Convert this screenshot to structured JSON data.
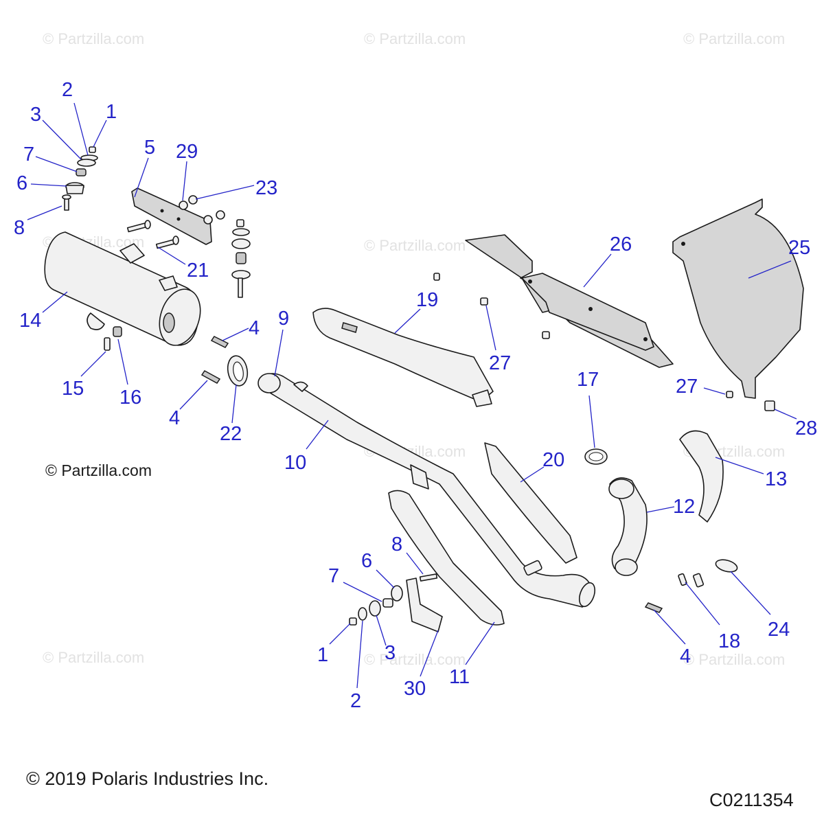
{
  "watermark": {
    "repeat_text": "© Partzilla.com",
    "main_text": "© Partzilla.com"
  },
  "footer": {
    "copyright": "© 2019 Polaris Industries Inc.",
    "drawing_id": "C0211354"
  },
  "callouts": [
    {
      "id": "c1a",
      "label": "1"
    },
    {
      "id": "c2a",
      "label": "2"
    },
    {
      "id": "c3a",
      "label": "3"
    },
    {
      "id": "c7a",
      "label": "7"
    },
    {
      "id": "c6a",
      "label": "6"
    },
    {
      "id": "c8a",
      "label": "8"
    },
    {
      "id": "c5",
      "label": "5"
    },
    {
      "id": "c29",
      "label": "29"
    },
    {
      "id": "c23",
      "label": "23"
    },
    {
      "id": "c21",
      "label": "21"
    },
    {
      "id": "c14",
      "label": "14"
    },
    {
      "id": "c15",
      "label": "15"
    },
    {
      "id": "c16",
      "label": "16"
    },
    {
      "id": "c4a",
      "label": "4"
    },
    {
      "id": "c4b",
      "label": "4"
    },
    {
      "id": "c22",
      "label": "22"
    },
    {
      "id": "c9",
      "label": "9"
    },
    {
      "id": "c10",
      "label": "10"
    },
    {
      "id": "c19",
      "label": "19"
    },
    {
      "id": "c27a",
      "label": "27"
    },
    {
      "id": "c26",
      "label": "26"
    },
    {
      "id": "c25",
      "label": "25"
    },
    {
      "id": "c27b",
      "label": "27"
    },
    {
      "id": "c28",
      "label": "28"
    },
    {
      "id": "c17",
      "label": "17"
    },
    {
      "id": "c20",
      "label": "20"
    },
    {
      "id": "c13",
      "label": "13"
    },
    {
      "id": "c12",
      "label": "12"
    },
    {
      "id": "c8b",
      "label": "8"
    },
    {
      "id": "c6b",
      "label": "6"
    },
    {
      "id": "c7b",
      "label": "7"
    },
    {
      "id": "c1b",
      "label": "1"
    },
    {
      "id": "c3b",
      "label": "3"
    },
    {
      "id": "c2b",
      "label": "2"
    },
    {
      "id": "c30",
      "label": "30"
    },
    {
      "id": "c11",
      "label": "11"
    },
    {
      "id": "c18",
      "label": "18"
    },
    {
      "id": "c24",
      "label": "24"
    },
    {
      "id": "c4c",
      "label": "4"
    }
  ]
}
